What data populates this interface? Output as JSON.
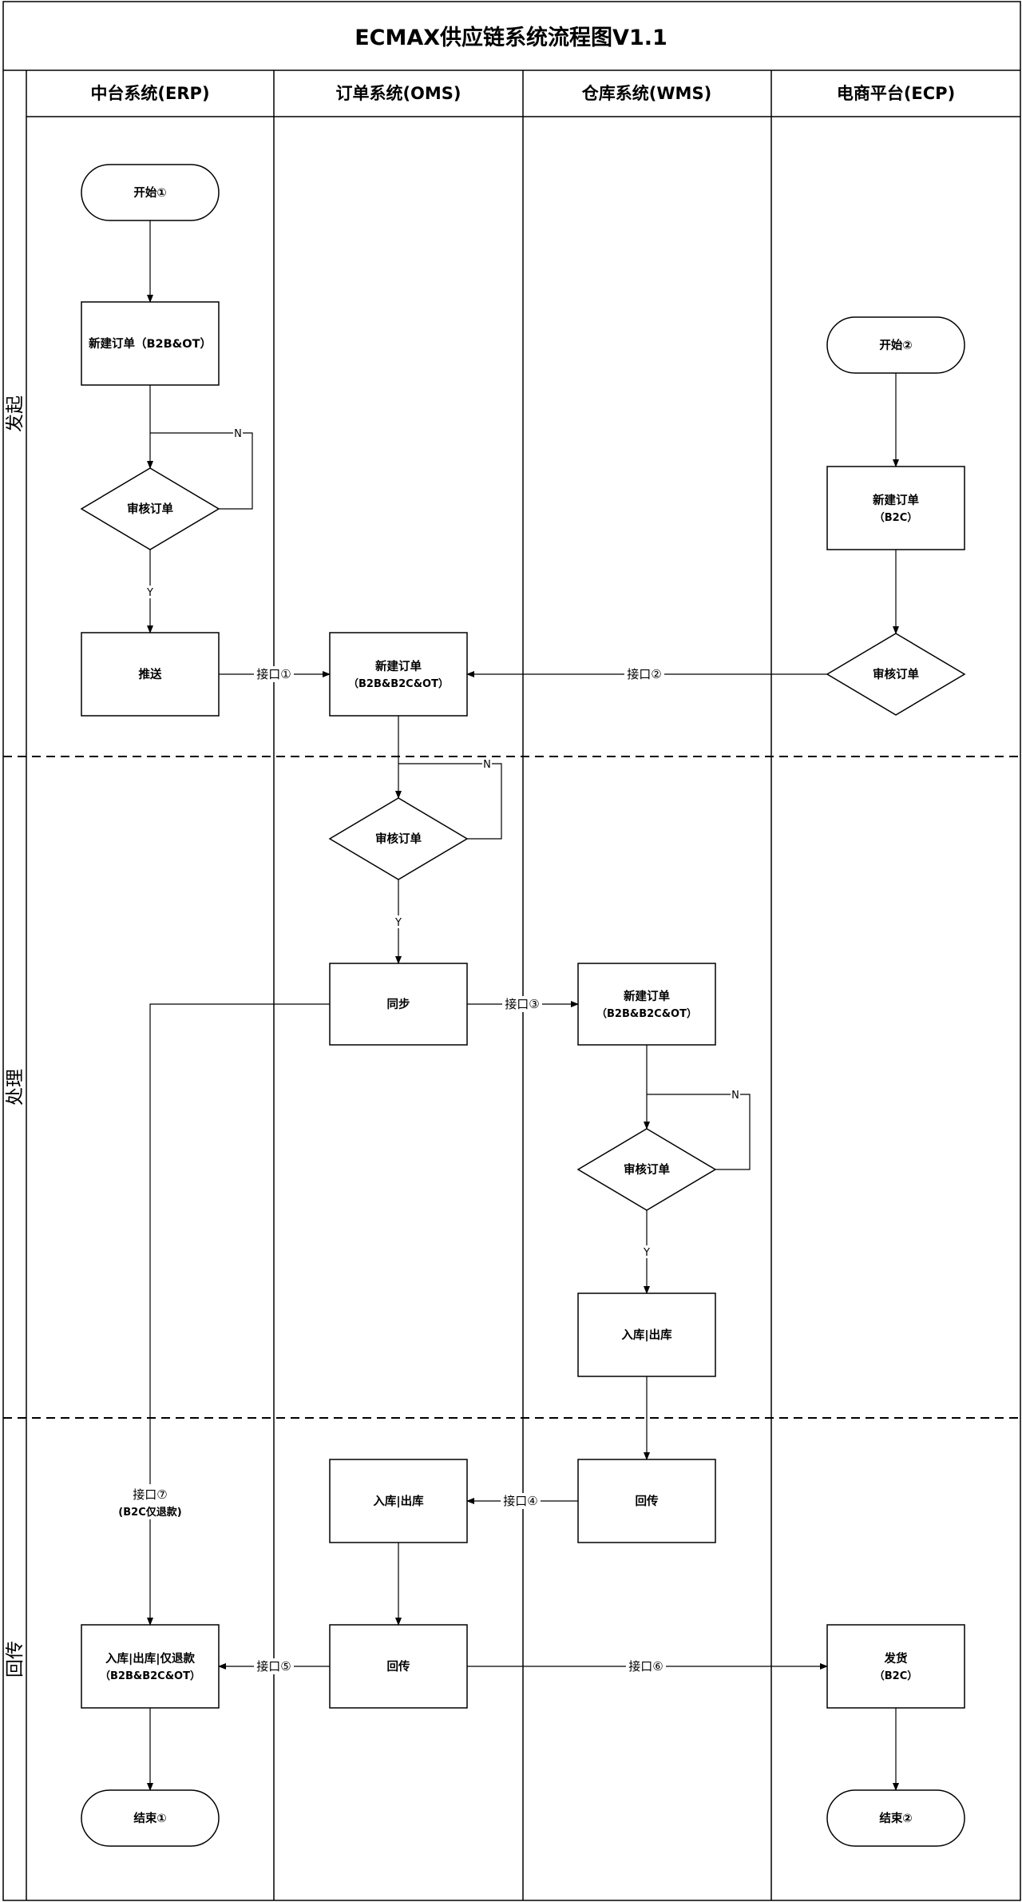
{
  "title": "ECMAX供应链系统流程图V1.1",
  "lanes": [
    "中台系统(ERP)",
    "订单系统(OMS)",
    "仓库系统(WMS)",
    "电商平台(ECP)"
  ],
  "phases": [
    "发起",
    "处理",
    "回传"
  ],
  "nodes": {
    "start1": "开始①",
    "erp_new": "新建订单（B2B&OT）",
    "erp_review": "审核订单",
    "erp_push": "推送",
    "start2": "开始②",
    "ecp_new": "新建订单",
    "ecp_new_sub": "（B2C）",
    "ecp_review": "审核订单",
    "oms_new": "新建订单",
    "oms_new_sub": "（B2B&B2C&OT）",
    "oms_review": "审核订单",
    "oms_sync": "同步",
    "wms_new": "新建订单",
    "wms_new_sub": "（B2B&B2C&OT）",
    "wms_review": "审核订单",
    "wms_inout": "入库|出库",
    "wms_return": "回传",
    "oms_inout": "入库|出库",
    "oms_return": "回传",
    "erp_final": "入库|出库|仅退款",
    "erp_final_sub": "（B2B&B2C&OT）",
    "ecp_ship": "发货",
    "ecp_ship_sub": "（B2C）",
    "end1": "结束①",
    "end2": "结束②"
  },
  "connectors": {
    "if1": "接口①",
    "if2": "接口②",
    "if3": "接口③",
    "if4": "接口④",
    "if5": "接口⑤",
    "if6": "接口⑥",
    "if7": "接口⑦",
    "if7_sub": "(B2C仅退款)"
  },
  "decision_labels": {
    "yes": "Y",
    "no": "N"
  }
}
